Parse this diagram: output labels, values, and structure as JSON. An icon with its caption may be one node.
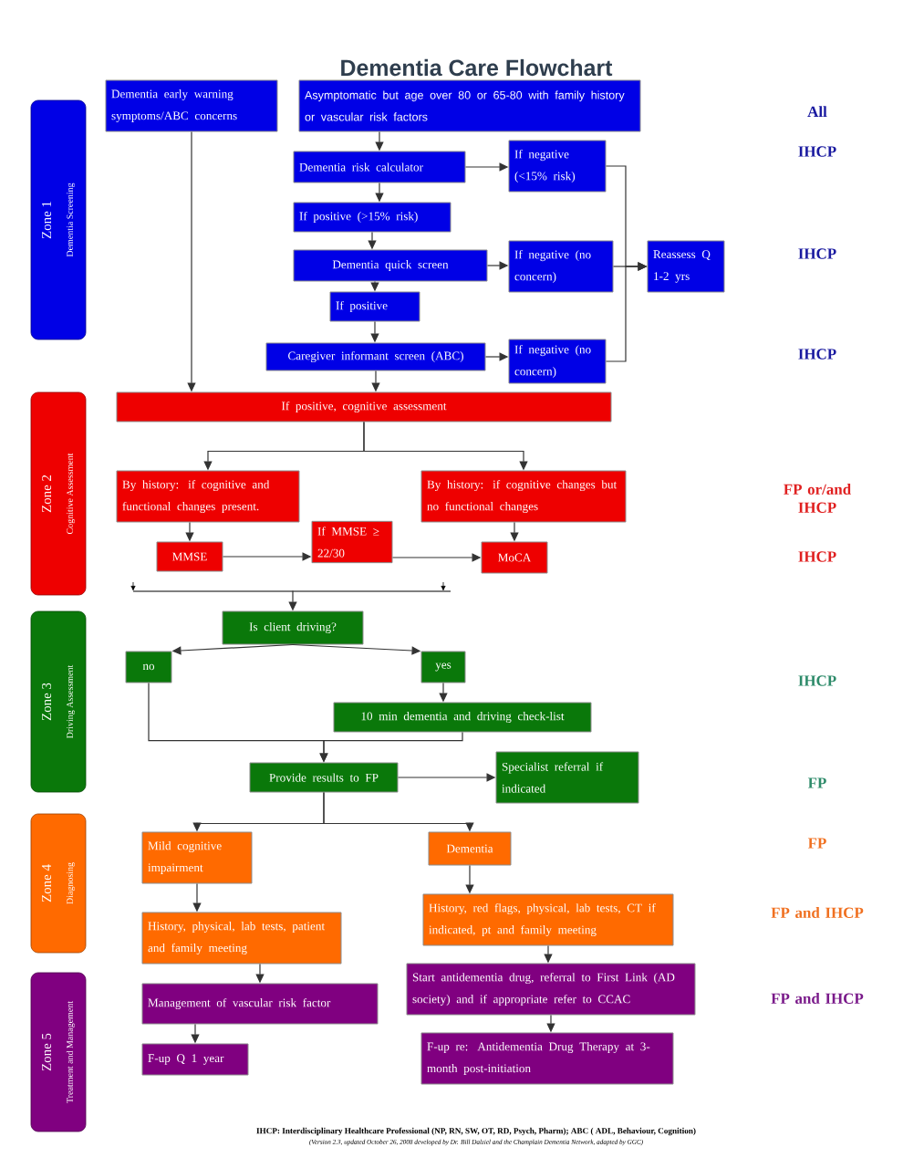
{
  "diagram": {
    "title": "Dementia Care Flowchart",
    "nodes": [
      {
        "text": [
          "Zone 1",
          "Dementia Screening"
        ]
      },
      {
        "text": [
          "Dementia early warning symptoms/ABC concerns"
        ]
      },
      {
        "text": [
          "Asymptomatic but age over 80 or 65-80 with family history or vascular risk factors"
        ]
      },
      {
        "text": [
          "Dementia risk calculator"
        ]
      },
      {
        "text": [
          "If negative (<15% risk)"
        ]
      },
      {
        "text": [
          "If positive (>15% risk)"
        ]
      },
      {
        "text": [
          "Dementia quick screen"
        ]
      },
      {
        "text": [
          "If negative (no concern)"
        ]
      },
      {
        "text": [
          "Reassess Q 1-2 yrs"
        ]
      },
      {
        "text": [
          "If positive"
        ]
      },
      {
        "text": [
          "Caregiver informant screen (ABC)"
        ]
      },
      {
        "text": [
          "If negative (no concern)"
        ]
      },
      {
        "text": [
          "Zone 2",
          "Cognitive Assessment"
        ]
      },
      {
        "text": [
          "If positive, cognitive assessment"
        ]
      },
      {
        "text": [
          "By history: if cognitive and functional changes present."
        ]
      },
      {
        "text": [
          "By history: if cognitive changes but no functional changes"
        ]
      },
      {
        "text": [
          "MMSE"
        ]
      },
      {
        "text": [
          "If MMSE ≥ 22/30"
        ]
      },
      {
        "text": [
          "MoCA"
        ]
      },
      {
        "text": [
          "Zone 3",
          "Driving Assessment"
        ]
      },
      {
        "text": [
          "Is client driving?"
        ]
      },
      {
        "text": [
          "no"
        ]
      },
      {
        "text": [
          "yes"
        ]
      },
      {
        "text": [
          "10 min dementia and driving check-list"
        ]
      },
      {
        "text": [
          "Provide results to FP"
        ]
      },
      {
        "text": [
          "Specialist referral if indicated"
        ]
      },
      {
        "text": [
          "Zone 4",
          "Diagnosing"
        ]
      },
      {
        "text": [
          "Mild cognitive impairment"
        ]
      },
      {
        "text": [
          "Dementia"
        ]
      },
      {
        "text": [
          "History, physical, lab tests, patient and family meeting"
        ]
      },
      {
        "text": [
          "History, red flags, physical, lab tests, CT if indicated, pt and family meeting"
        ]
      },
      {
        "text": [
          "Zone 5",
          "Treatment and Management"
        ]
      },
      {
        "text": [
          "Management of vascular risk factor"
        ]
      },
      {
        "text": [
          "F-up Q 1 year"
        ]
      },
      {
        "text": [
          "Start antidementia drug, referral to First Link (AD society) and if appropriate refer to CCAC"
        ]
      },
      {
        "text": [
          "F-up re: Antidementia Drug Therapy at 3-month post-initiation"
        ]
      }
    ],
    "edges": [
      {
        "from": 1,
        "to": 13,
        "arrow": "to"
      },
      {
        "from": 2,
        "to": 3,
        "arrow": "to"
      },
      {
        "from": 3,
        "to": 4,
        "arrow": "to"
      },
      {
        "from": 3,
        "to": 5,
        "arrow": "to"
      },
      {
        "from": 5,
        "to": 6,
        "arrow": "to"
      },
      {
        "from": 6,
        "to": 7,
        "arrow": "to"
      },
      {
        "from": 6,
        "to": 9,
        "arrow": "to"
      },
      {
        "from": 9,
        "to": 10,
        "arrow": "to"
      },
      {
        "from": 10,
        "to": 11,
        "arrow": "to"
      },
      {
        "from": 10,
        "to": 13,
        "arrow": "to"
      },
      {
        "from": 4,
        "to": 8,
        "arrow": "to"
      },
      {
        "from": 7,
        "to": 8,
        "arrow": "to"
      },
      {
        "from": 11,
        "to": 8,
        "arrow": "to"
      },
      {
        "from": 13,
        "to": 14,
        "arrow": "to"
      },
      {
        "from": 13,
        "to": 15,
        "arrow": "to"
      },
      {
        "from": 14,
        "to": 16,
        "arrow": "to"
      },
      {
        "from": 16,
        "to": 17,
        "arrow": "to"
      },
      {
        "from": 17,
        "to": 18,
        "arrow": "to"
      },
      {
        "from": 15,
        "to": 18,
        "arrow": "to"
      },
      {
        "from": null,
        "to": 20,
        "arrow": "to"
      },
      {
        "from": 20,
        "to": 21,
        "arrow": "to"
      },
      {
        "from": 20,
        "to": 22,
        "arrow": "to"
      },
      {
        "from": 22,
        "to": 23,
        "arrow": "to"
      },
      {
        "from": 21,
        "to": 24,
        "arrow": "to"
      },
      {
        "from": 23,
        "to": 24,
        "arrow": "to"
      },
      {
        "from": 24,
        "to": 25,
        "arrow": "to"
      },
      {
        "from": 24,
        "to": 27,
        "arrow": "to"
      },
      {
        "from": 24,
        "to": 28,
        "arrow": "to"
      },
      {
        "from": 27,
        "to": 29,
        "arrow": "to"
      },
      {
        "from": 28,
        "to": 30,
        "arrow": "to"
      },
      {
        "from": 29,
        "to": 32,
        "arrow": "to"
      },
      {
        "from": 30,
        "to": 34,
        "arrow": "to"
      },
      {
        "from": 32,
        "to": 33,
        "arrow": "to"
      },
      {
        "from": 34,
        "to": 35,
        "arrow": "to"
      }
    ],
    "labels": [
      "All",
      "IHCP",
      "IHCP",
      "IHCP",
      "FP or/and IHCP",
      "IHCP",
      "IHCP",
      "FP",
      "FP",
      "FP and IHCP",
      "FP and IHCP",
      "IHCP: Interdisciplinary Healthcare Professional (NP, RN, SW, OT, RD, Psych, Pharm); ABC ( ADL, Behaviour, Cognition)",
      "(Version 2.3, updated October 26, 2008 developed by Dr. Bill Dalziel and the Champlain Dementia Network, adapted by GGC)"
    ]
  }
}
